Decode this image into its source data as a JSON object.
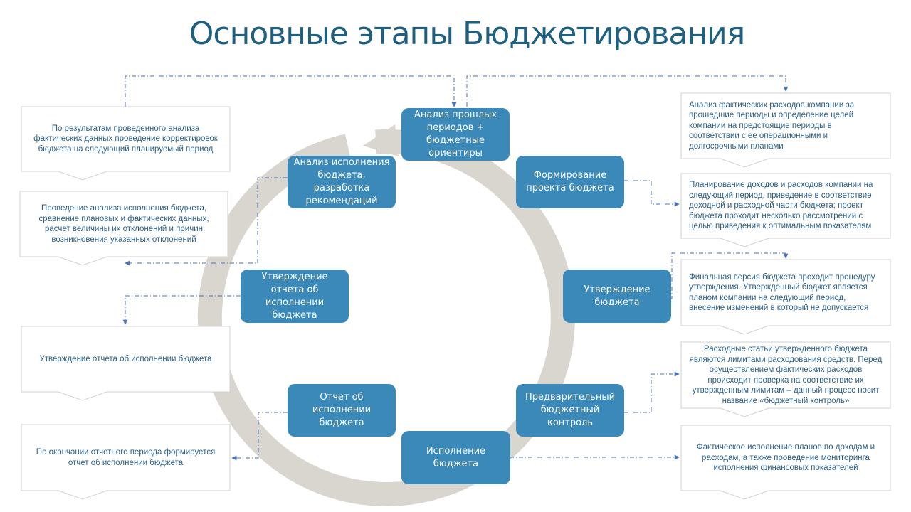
{
  "title": "Основные этапы Бюджетирования",
  "colors": {
    "stage_fill": "#3a89b8",
    "ring": "#d9d5cf",
    "note_border": "#d0d0d0",
    "connector": "#4a72b8",
    "title": "#1f5f7f"
  },
  "stages": [
    {
      "id": "analysis-past",
      "label": "Анализ прошлых периодов + бюджетные ориентиры"
    },
    {
      "id": "draft",
      "label": "Формирование проекта бюджета"
    },
    {
      "id": "approval",
      "label": "Утверждение бюджета"
    },
    {
      "id": "control",
      "label": "Предварительный бюджетный контроль"
    },
    {
      "id": "execution",
      "label": "Исполнение бюджета"
    },
    {
      "id": "report",
      "label": "Отчет об исполнении бюджета"
    },
    {
      "id": "report-approval",
      "label": "Утверждение отчета об исполнении бюджета"
    },
    {
      "id": "execution-analysis",
      "label": "Анализ исполнения бюджета, разработка рекомендаций"
    }
  ],
  "notes": {
    "analysis_past": "Анализ фактических расходов компании за прошедшие периоды и определение целей компании на предстоящие периоды в соответствии с ее операционными и долгосрочными планами",
    "draft": "Планирование доходов и расходов компании на следующий период, приведение в соответствие доходной и расходной части бюджета; проект бюджета проходит несколько рассмотрений с целью приведения к оптимальным показателям",
    "approval": "Финальная версия бюджета проходит процедуру утверждения. Утвержденный бюджет является планом компании на следующий период, внесение изменений в который не допускается",
    "control": "Расходные статьи утвержденного бюджета являются лимитами расходования средств. Перед осуществлением фактических расходов происходит проверка на соответствие их утвержденным лимитам – данный процесс носит название «бюджетный контроль»",
    "execution": "Фактическое исполнение планов по доходам и расходам, а также проведение мониторинга исполнения финансовых показателей",
    "report": "По окончании отчетного периода формируется отчет об исполнении бюджета",
    "report_approval": "Утверждение отчета об исполнении бюджета",
    "execution_analysis": "Проведение анализа исполнения бюджета, сравнение плановых и фактических данных, расчет величины их отклонений и причин возникновения указанных отклонений",
    "correction": "По результатам проведенного анализа фактических данных проведение корректировок бюджета на следующий планируемый период"
  }
}
